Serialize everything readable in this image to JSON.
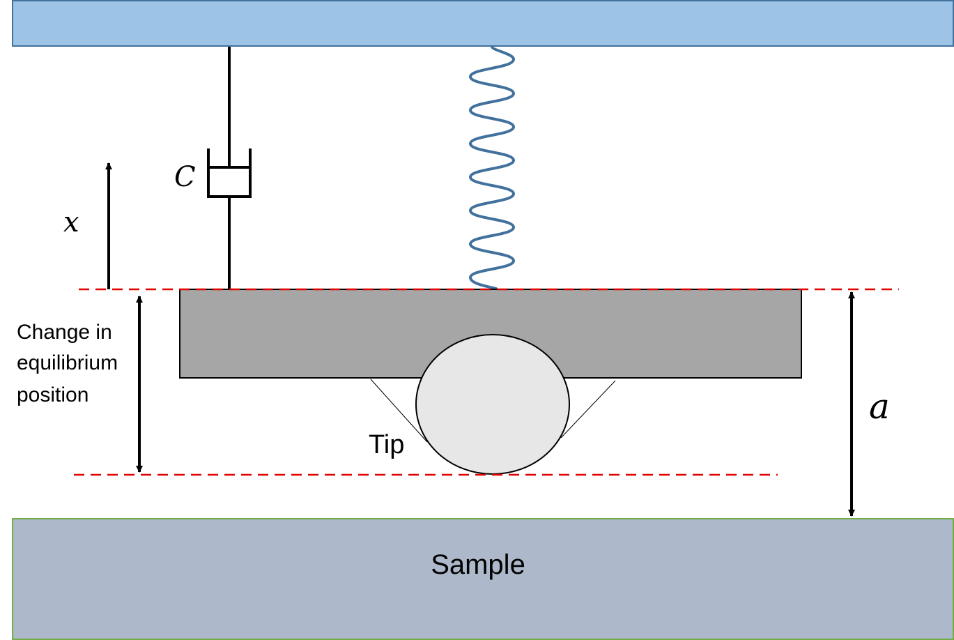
{
  "labels": {
    "damper": "C",
    "displacement": "x",
    "equilibrium_line1": "Change in",
    "equilibrium_line2": "equilibrium",
    "equilibrium_line3": "position",
    "tip": "Tip",
    "gap": "a",
    "sample": "Sample"
  },
  "colors": {
    "support": "#9dc3e6",
    "support_border": "#41719c",
    "spring": "#41719c",
    "cantilever": "#a6a6a6",
    "tip_fill": "#e7e7e7",
    "sample_fill": "#adb9ca",
    "sample_border": "#70ad47",
    "reference_line": "#e00000",
    "ink": "#000000"
  }
}
